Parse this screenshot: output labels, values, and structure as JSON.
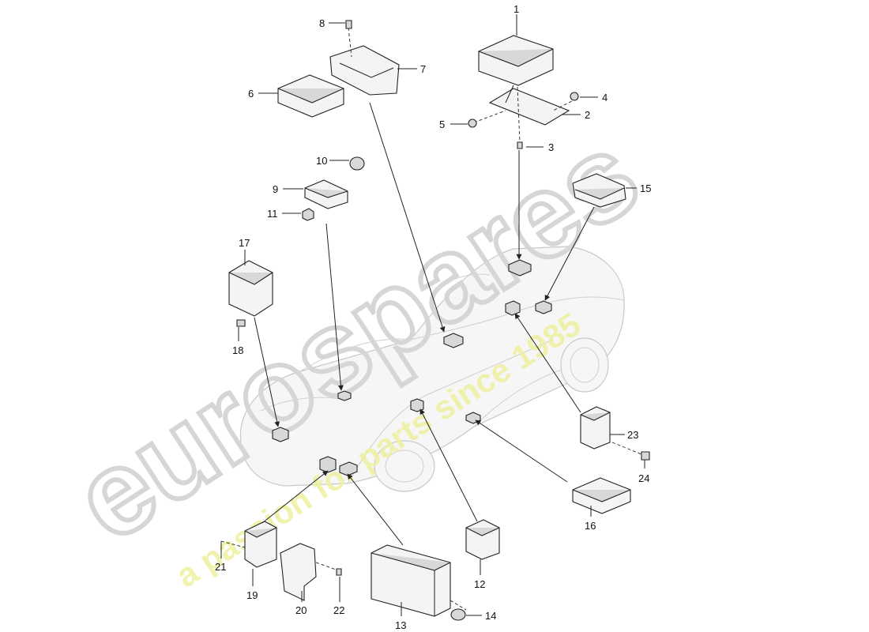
{
  "watermark": {
    "brand": "eurospares",
    "tagline": "a passion for parts since 1985"
  },
  "callouts": [
    "1",
    "2",
    "3",
    "4",
    "5",
    "6",
    "7",
    "8",
    "9",
    "10",
    "11",
    "12",
    "13",
    "14",
    "15",
    "16",
    "17",
    "18",
    "19",
    "20",
    "21",
    "22",
    "23",
    "24"
  ],
  "colors": {
    "line": "#222222",
    "watermark_gray": "#d9d9d9",
    "watermark_yellow": "#eef0a0"
  }
}
